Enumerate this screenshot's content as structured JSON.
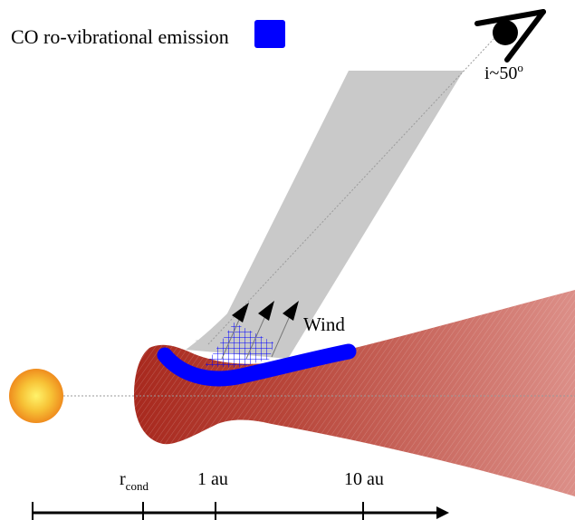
{
  "legend": {
    "label": "CO ro-vibrational emission",
    "swatch_color": "#0000ff"
  },
  "observer": {
    "inclination_label": "i~50",
    "degree_mark": "o",
    "icon": "eye-icon"
  },
  "wind": {
    "label": "Wind",
    "arrow_count": 3
  },
  "axis": {
    "ticks": [
      {
        "label": "r",
        "subscript": "cond"
      },
      {
        "label": "1 au",
        "subscript": ""
      },
      {
        "label": "10 au",
        "subscript": ""
      }
    ]
  },
  "colors": {
    "disk": "#b83a2e",
    "disk_light": "#d98880",
    "emission": "#0000ff",
    "cone": "#c8c8c8",
    "star_outer": "#f2a020",
    "star_inner": "#ffe24a"
  }
}
